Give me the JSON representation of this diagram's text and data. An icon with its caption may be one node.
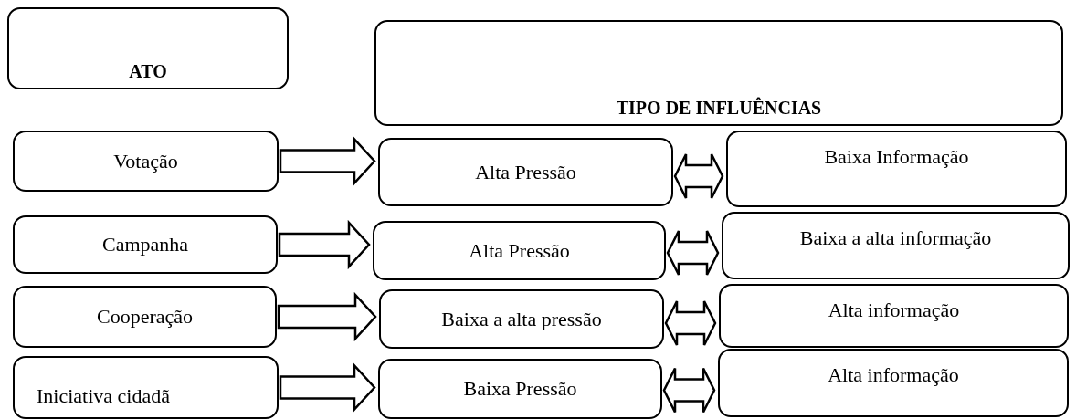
{
  "diagram": {
    "nodes": [
      {
        "text": [
          "ATO"
        ]
      },
      {
        "text": [
          "TIPO DE INFLUÊNCIAS"
        ]
      },
      {
        "text": [
          "Votação"
        ]
      },
      {
        "text": [
          "Alta Pressão"
        ]
      },
      {
        "text": [
          "Baixa Informação"
        ]
      },
      {
        "text": [
          "Campanha"
        ]
      },
      {
        "text": [
          "Alta Pressão"
        ]
      },
      {
        "text": [
          "Baixa a alta informação"
        ]
      },
      {
        "text": [
          "Cooperação"
        ]
      },
      {
        "text": [
          "Baixa a alta pressão"
        ]
      },
      {
        "text": [
          "Alta informação"
        ]
      },
      {
        "text": [
          "Iniciativa cidadã"
        ]
      },
      {
        "text": [
          "Baixa Pressão"
        ]
      },
      {
        "text": [
          "Alta informação"
        ]
      }
    ],
    "edges": [
      {
        "from": 2,
        "to": 3,
        "arrow": "to"
      },
      {
        "from": 3,
        "to": 4,
        "arrow": "both"
      },
      {
        "from": 5,
        "to": 6,
        "arrow": "to"
      },
      {
        "from": 6,
        "to": 7,
        "arrow": "both"
      },
      {
        "from": 8,
        "to": 9,
        "arrow": "to"
      },
      {
        "from": 9,
        "to": 10,
        "arrow": "both"
      },
      {
        "from": 11,
        "to": 12,
        "arrow": "to"
      },
      {
        "from": 12,
        "to": 13,
        "arrow": "both"
      }
    ]
  }
}
